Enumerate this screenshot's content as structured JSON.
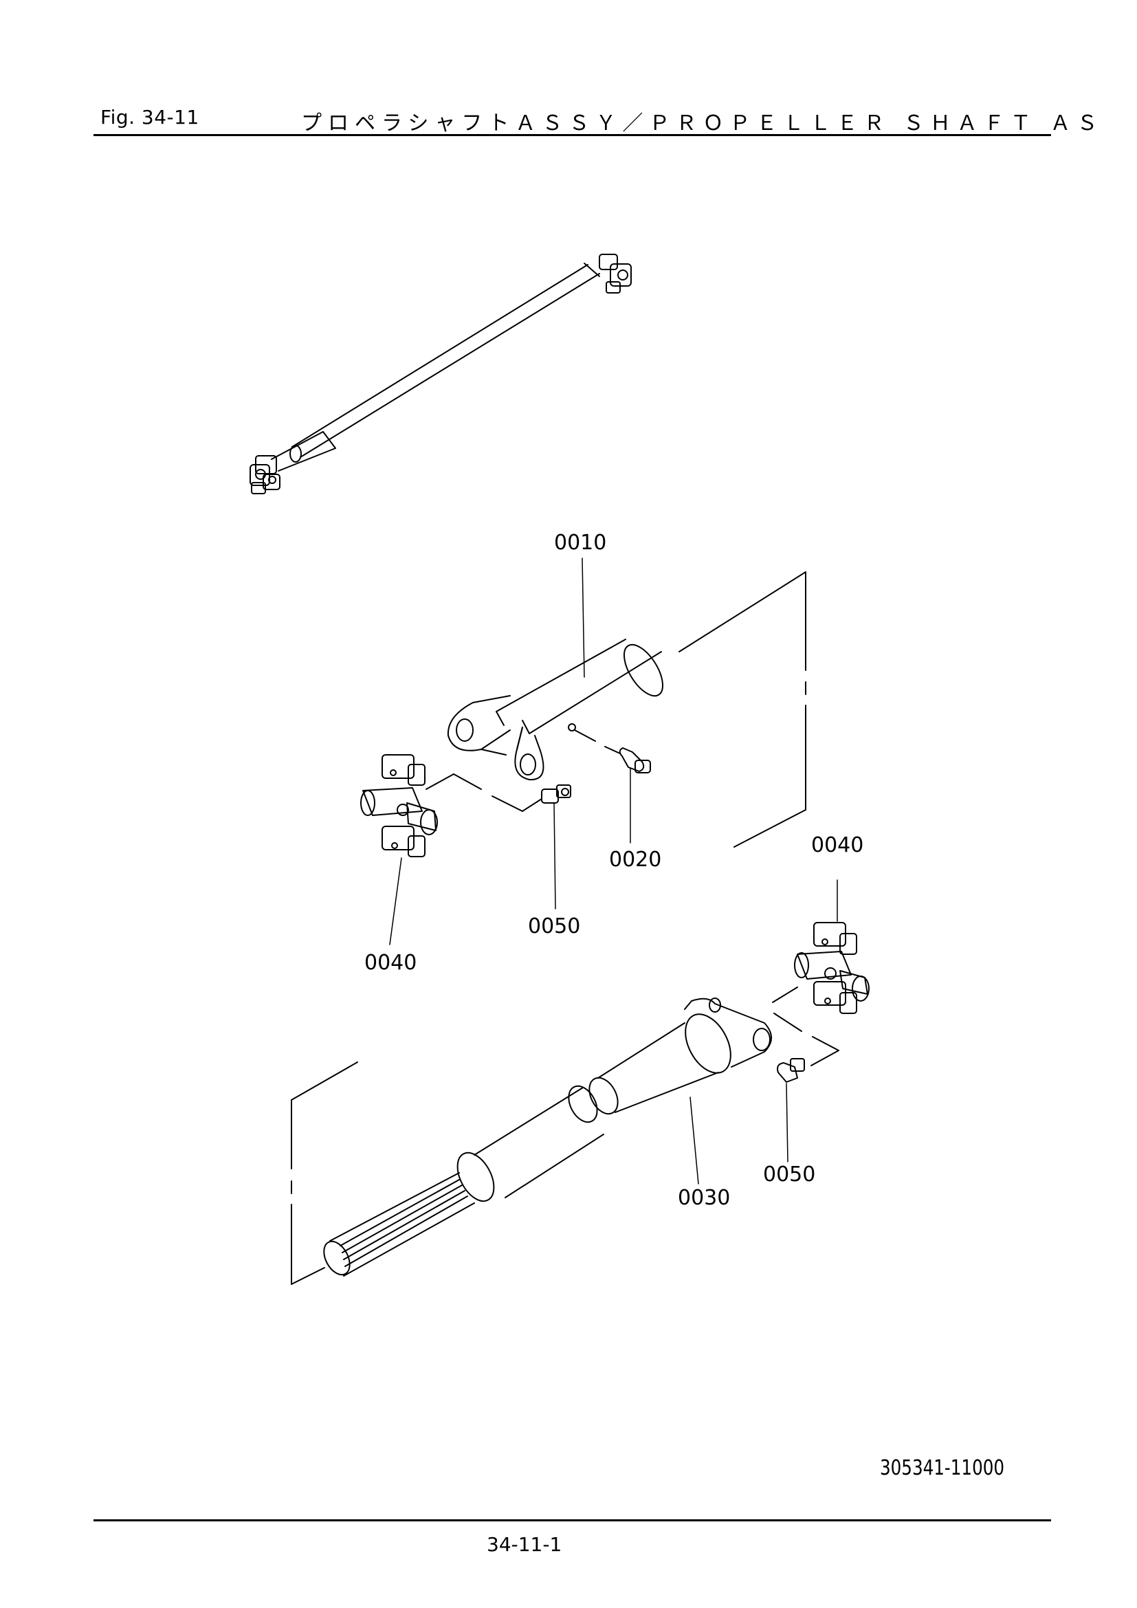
{
  "header": {
    "figure": "Fig.  34-11",
    "title": "プロペラシャフトＡＳＳＹ／ＰＲＯＰＥＬＬＥＲ ＳＨＡＦＴ ＡＳ"
  },
  "callouts": {
    "c0010": "0010",
    "c0020": "0020",
    "c0030": "0030",
    "c0040_left": "0040",
    "c0040_right": "0040",
    "c0050_left": "0050",
    "c0050_right": "0050"
  },
  "footer": {
    "drawing_number": "305341-11000",
    "page_number": "34-11-1"
  }
}
